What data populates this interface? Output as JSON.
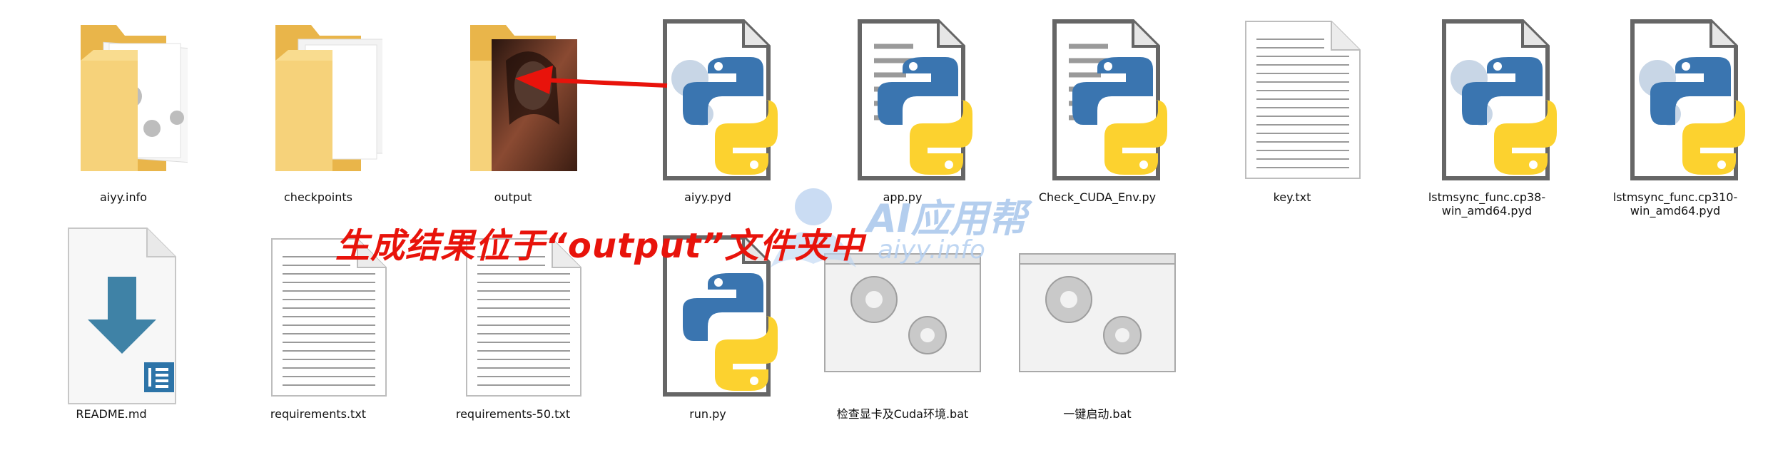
{
  "files": [
    {
      "name": "aiyy.info",
      "kind": "folder"
    },
    {
      "name": "checkpoints",
      "kind": "folder"
    },
    {
      "name": "output",
      "kind": "folder-photo"
    },
    {
      "name": "aiyy.pyd",
      "kind": "python-compiled"
    },
    {
      "name": "app.py",
      "kind": "python-script"
    },
    {
      "name": "Check_CUDA_Env.py",
      "kind": "python-script"
    },
    {
      "name": "key.txt",
      "kind": "text"
    },
    {
      "name": "lstmsync_func.cp38-win_amd64.pyd",
      "kind": "python-compiled"
    },
    {
      "name": "lstmsync_func.cp310-win_amd64.pyd",
      "kind": "python-compiled"
    },
    {
      "name": "README.md",
      "kind": "markdown"
    },
    {
      "name": "requirements.txt",
      "kind": "text"
    },
    {
      "name": "requirements-50.txt",
      "kind": "text"
    },
    {
      "name": "run.py",
      "kind": "python-script"
    },
    {
      "name": "检查显卡及Cuda环境.bat",
      "kind": "batch"
    },
    {
      "name": "一键启动.bat",
      "kind": "batch"
    }
  ],
  "annotation": {
    "text": "生成结果位于“output”文件夹中",
    "color": "#e8130b"
  },
  "watermark": {
    "title": "AI应用帮",
    "subtitle": "aiyy.info"
  },
  "colors": {
    "folder": "#f5cb62",
    "python_blue": "#3a75b0",
    "python_yellow": "#fcd22f",
    "markdown_blue": "#3f82a6",
    "annotation_red": "#e8130b"
  }
}
